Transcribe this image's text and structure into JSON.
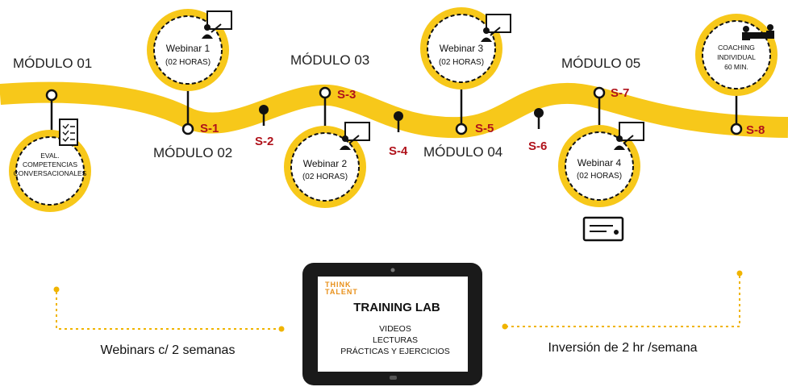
{
  "modules": [
    {
      "id": "m01",
      "label": "MÓDULO 01"
    },
    {
      "id": "m02",
      "label": "MÓDULO 02"
    },
    {
      "id": "m03",
      "label": "MÓDULO 03"
    },
    {
      "id": "m04",
      "label": "MÓDULO 04"
    },
    {
      "id": "m05",
      "label": "MÓDULO 05"
    }
  ],
  "sessions": [
    "S-1",
    "S-2",
    "S-3",
    "S-4",
    "S-5",
    "S-6",
    "S-7",
    "S-8"
  ],
  "circles": {
    "eval": {
      "line1": "EVAL.",
      "line2": "COMPETENCIAS",
      "line3": "CONVERSACIONALES",
      "icon": "checklist-icon"
    },
    "webinar1": {
      "title": "Webinar 1",
      "sub": "(02 HORAS)",
      "icon": "presenter-icon"
    },
    "webinar2": {
      "title": "Webinar 2",
      "sub": "(02 HORAS)",
      "icon": "presenter-icon"
    },
    "webinar3": {
      "title": "Webinar 3",
      "sub": "(02 HORAS)",
      "icon": "presenter-icon"
    },
    "webinar4": {
      "title": "Webinar 4",
      "sub": "(02 HORAS)",
      "icon": "presenter-icon"
    },
    "coaching": {
      "line1": "COACHING",
      "line2": "INDIVIDUAL",
      "line3": "60 MIN.",
      "icon": "meeting-icon"
    }
  },
  "certificate_icon": "certificate-icon",
  "tablet": {
    "brand_line1": "THINK",
    "brand_line2": "TALENT",
    "title": "TRAINING LAB",
    "items": [
      "VIDEOS",
      "LECTURAS",
      "PRÁCTICAS Y EJERCICIOS"
    ]
  },
  "footer": {
    "left": "Webinars c/ 2 semanas",
    "right": "Inversión de 2 hr /semana"
  },
  "colors": {
    "track": "#f7c81a",
    "accent": "#b0121b",
    "circle_fill": "#f7c81a",
    "dotted": "#f0b400"
  }
}
